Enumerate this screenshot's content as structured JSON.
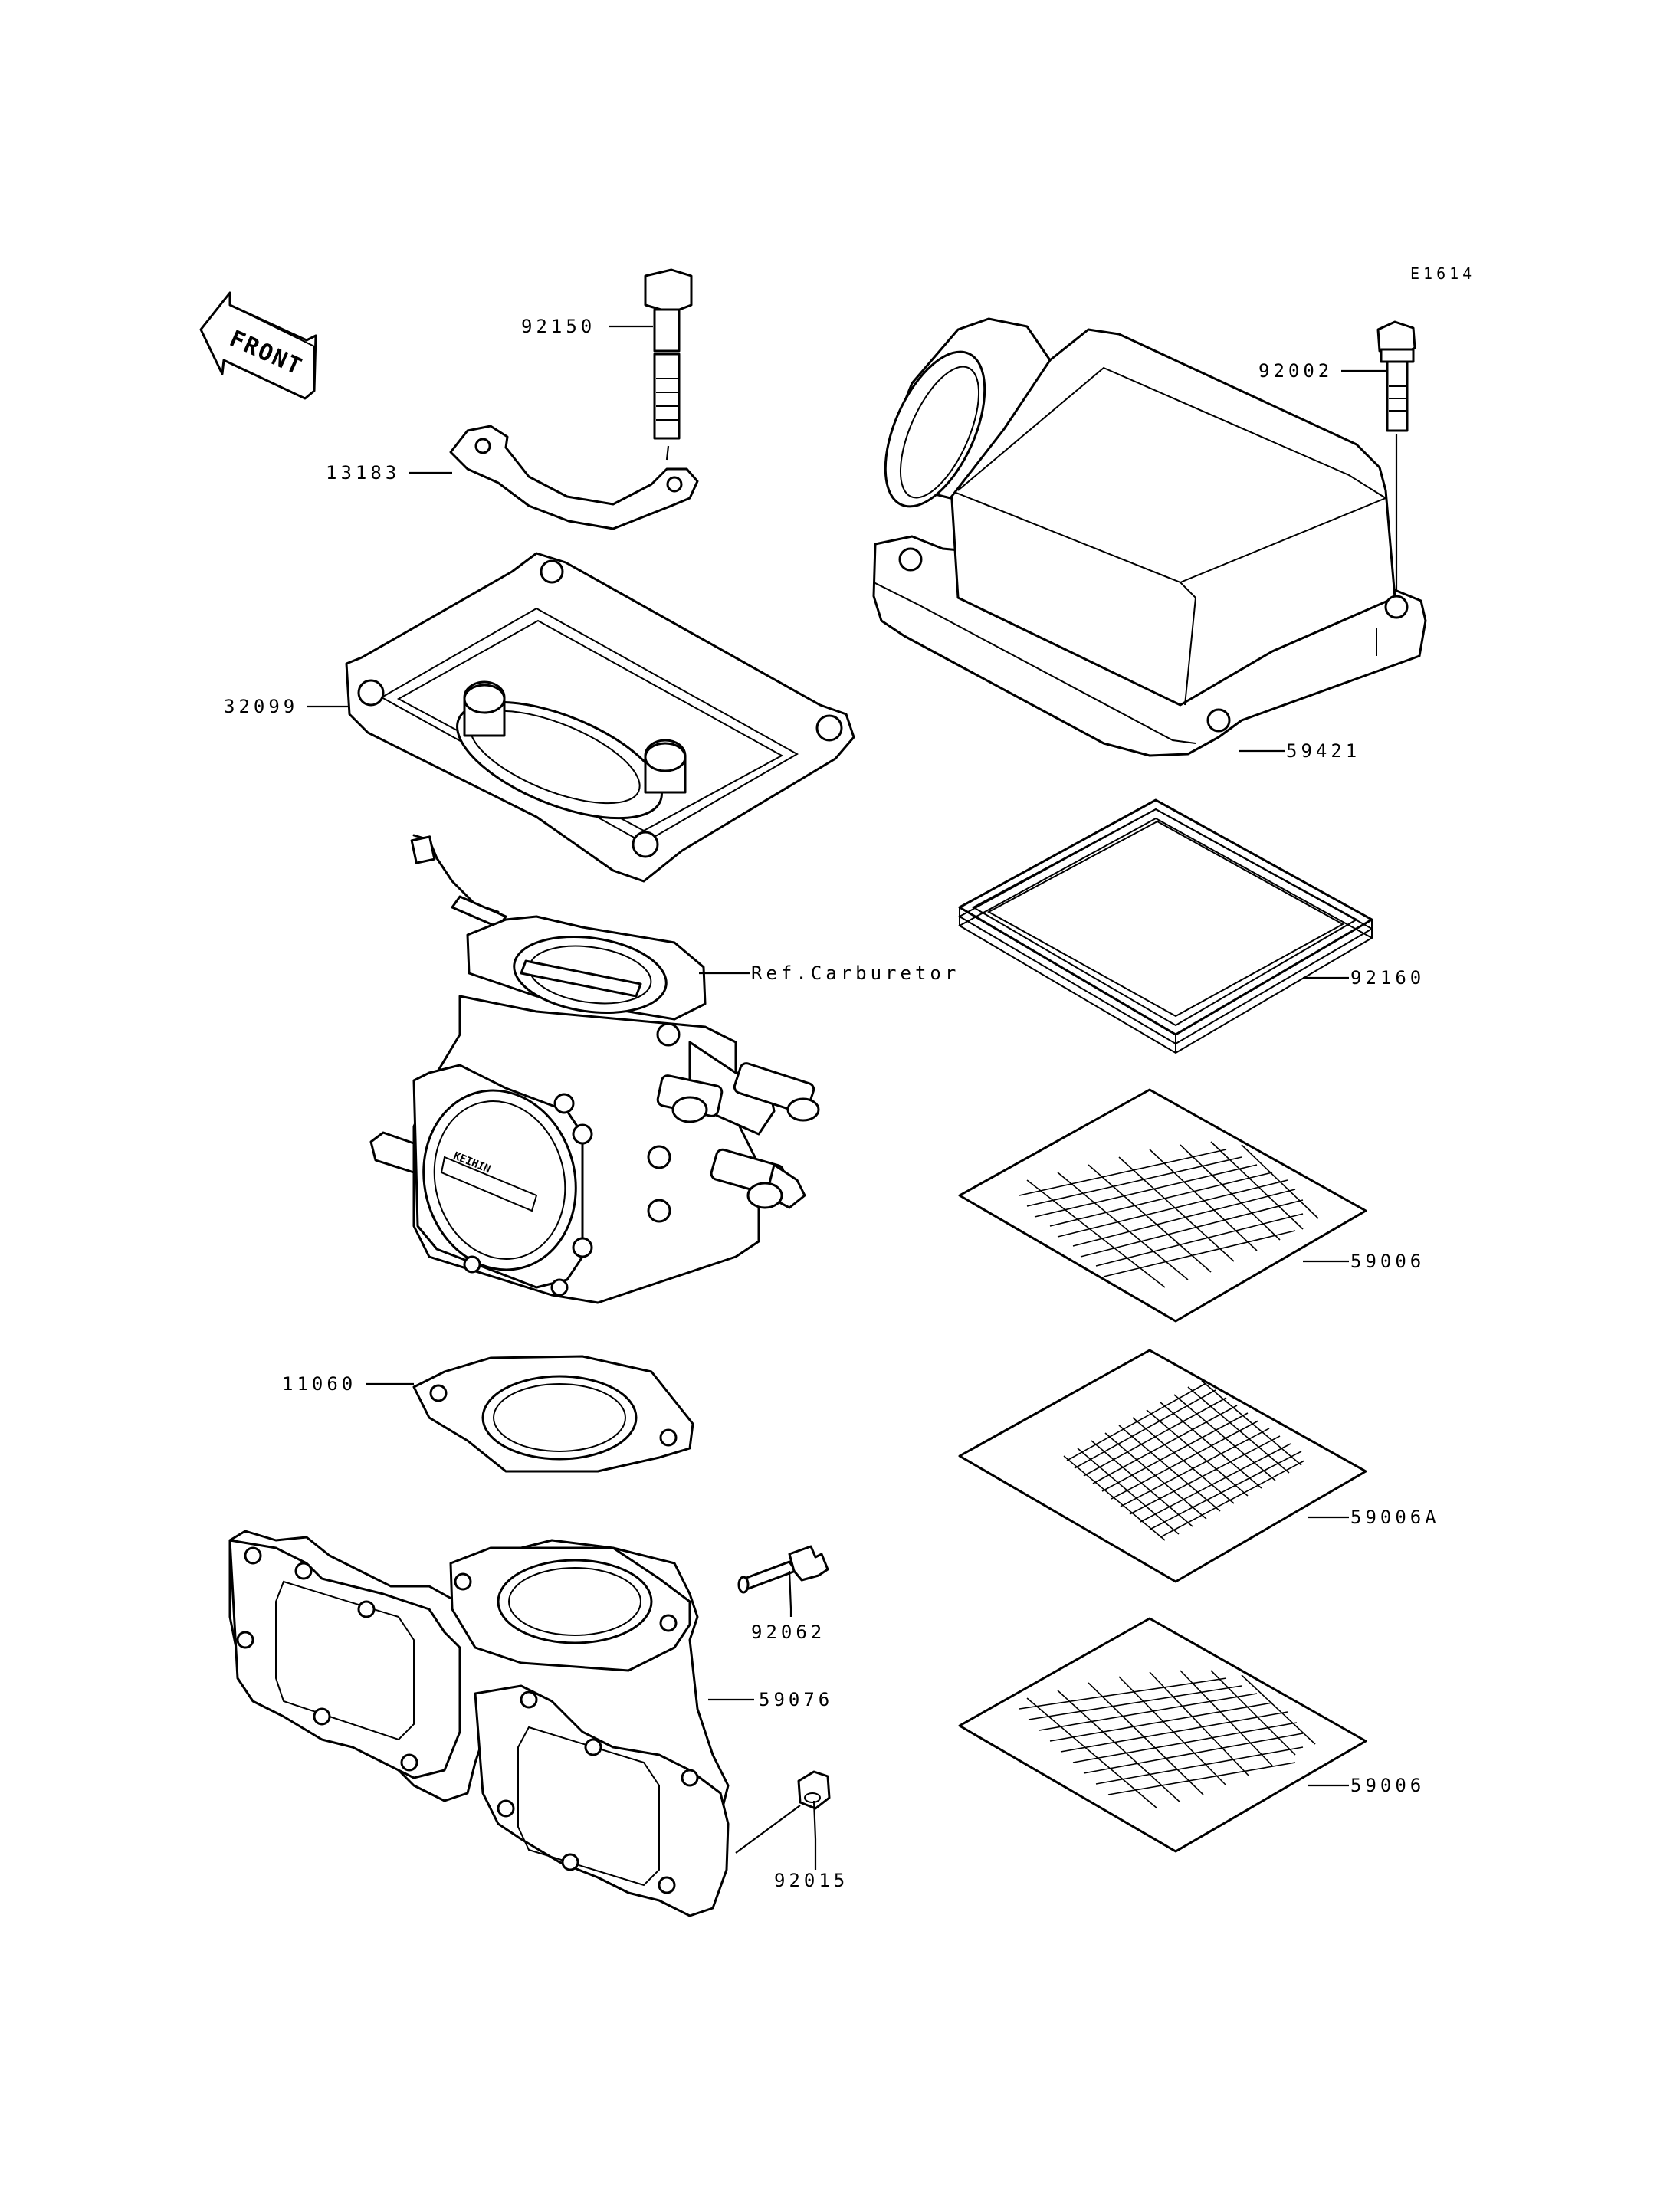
{
  "diagram": {
    "code": "E1614",
    "front_label": "FRONT",
    "ref_label": "Ref.Carburetor",
    "parts": [
      {
        "number": "92150",
        "name": "bolt"
      },
      {
        "number": "13183",
        "name": "bracket"
      },
      {
        "number": "32099",
        "name": "case"
      },
      {
        "number": "11060",
        "name": "gasket"
      },
      {
        "number": "92062",
        "name": "nipple"
      },
      {
        "number": "59076",
        "name": "manifold"
      },
      {
        "number": "92015",
        "name": "nut"
      },
      {
        "number": "92002",
        "name": "bolt"
      },
      {
        "number": "59421",
        "name": "cover"
      },
      {
        "number": "92160",
        "name": "seal"
      },
      {
        "number": "59006",
        "name": "screen"
      },
      {
        "number": "59006A",
        "name": "screen"
      },
      {
        "number": "59006",
        "name": "screen"
      }
    ]
  }
}
